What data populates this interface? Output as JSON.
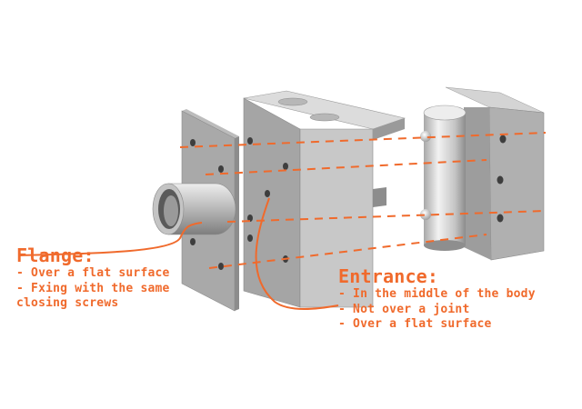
{
  "colors": {
    "accent": "#f06a2c",
    "part_light": "#c9c9c9",
    "part_mid": "#a6a6a6",
    "part_dark": "#7d7d7d",
    "hole": "#3e3e3e"
  },
  "flange": {
    "title": "Flange:",
    "lines": [
      "- Over a flat surface",
      "- Fxing with the same",
      "closing screws"
    ]
  },
  "entrance": {
    "title": "Entrance:",
    "lines": [
      "- In the middle of the body",
      "- Not over a joint",
      "- Over a flat surface"
    ]
  }
}
